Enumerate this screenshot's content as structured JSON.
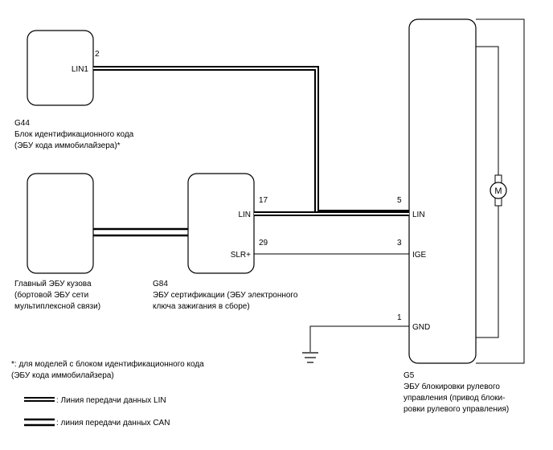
{
  "ecus": {
    "g44": {
      "code": "G44",
      "name": "Блок идентификационного кода",
      "name2": "(ЭБУ кода иммобилайзера)*",
      "pin_label": "LIN1",
      "pin_number": "2"
    },
    "main_body": {
      "name": "Главный ЭБУ кузова",
      "name2": "(бортовой ЭБУ сети",
      "name3": "мультиплексной связи)"
    },
    "g84": {
      "code": "G84",
      "name": "ЭБУ сертификации (ЭБУ электронного",
      "name2": "ключа зажигания в сборе)",
      "pin_lin_label": "LIN",
      "pin_lin_number": "17",
      "pin_slr_label": "SLR+",
      "pin_slr_number": "29"
    },
    "g5": {
      "code": "G5",
      "name": "ЭБУ блокировки рулевого",
      "name2": "управления (привод блоки-",
      "name3": "ровки рулевого управления)",
      "pin_lin_label": "LIN",
      "pin_lin_number": "5",
      "pin_ige_label": "IGE",
      "pin_ige_number": "3",
      "pin_gnd_label": "GND",
      "pin_gnd_number": "1",
      "motor_symbol": "M"
    }
  },
  "footnote": {
    "line1": "*: для моделей с блоком идентификационного кода",
    "line2": "(ЭБУ кода иммобилайзера)"
  },
  "legend": {
    "lin": ": Линия передачи данных LIN",
    "can": ": линия передачи данных CAN"
  },
  "icons": {
    "ground": "ground-icon",
    "motor": "motor-icon"
  }
}
